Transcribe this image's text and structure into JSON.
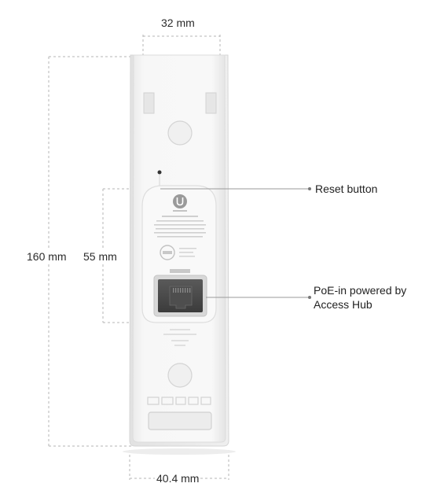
{
  "dimensions": {
    "width_top": "32 mm",
    "height_total": "160 mm",
    "height_partial": "55 mm",
    "width_bottom": "40.4 mm"
  },
  "callouts": {
    "reset": "Reset button",
    "poe_line1": "PoE-in powered by",
    "poe_line2": "Access Hub"
  }
}
